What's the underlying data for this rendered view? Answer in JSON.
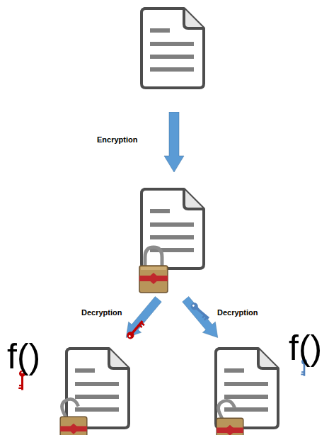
{
  "diagram": {
    "labels": [
      "Encryption",
      "Decryption",
      "Decryption",
      "f()",
      "f()"
    ]
  }
}
